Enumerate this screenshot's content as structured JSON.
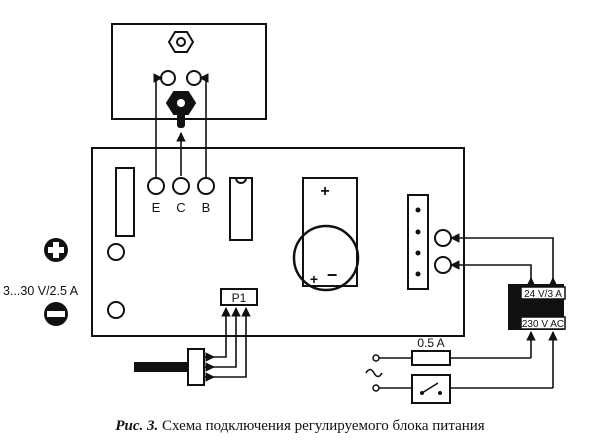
{
  "labels": {
    "emitter": "E",
    "collector": "C",
    "base": "B",
    "pot": "P1",
    "cap_plus_top": "+",
    "cap_plus_bottom": "+",
    "cap_minus": "−",
    "out_spec": "3...30 V/2.5 A",
    "fuse": "0.5 A",
    "tr_secondary": "24 V/3 A",
    "tr_primary": "230 V AC"
  },
  "caption": {
    "prefix": "Рис. 3.",
    "text": "Схема подключения регулируемого блока питания"
  }
}
